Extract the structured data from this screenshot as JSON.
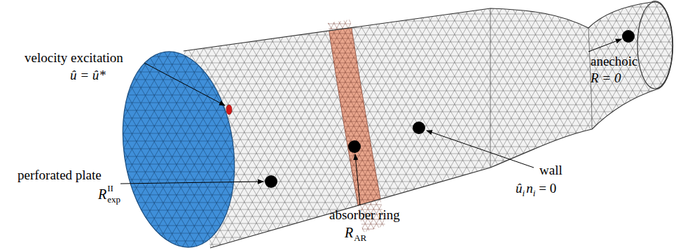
{
  "diagram": {
    "labels": [
      "velocity excitation",
      "û = û*",
      "perforated plate",
      "R",
      "II",
      "exp",
      "absorber ring",
      "R",
      "AR",
      "wall",
      "û",
      "i",
      "n",
      "i",
      "= 0",
      "anechoic",
      "R = 0"
    ]
  }
}
